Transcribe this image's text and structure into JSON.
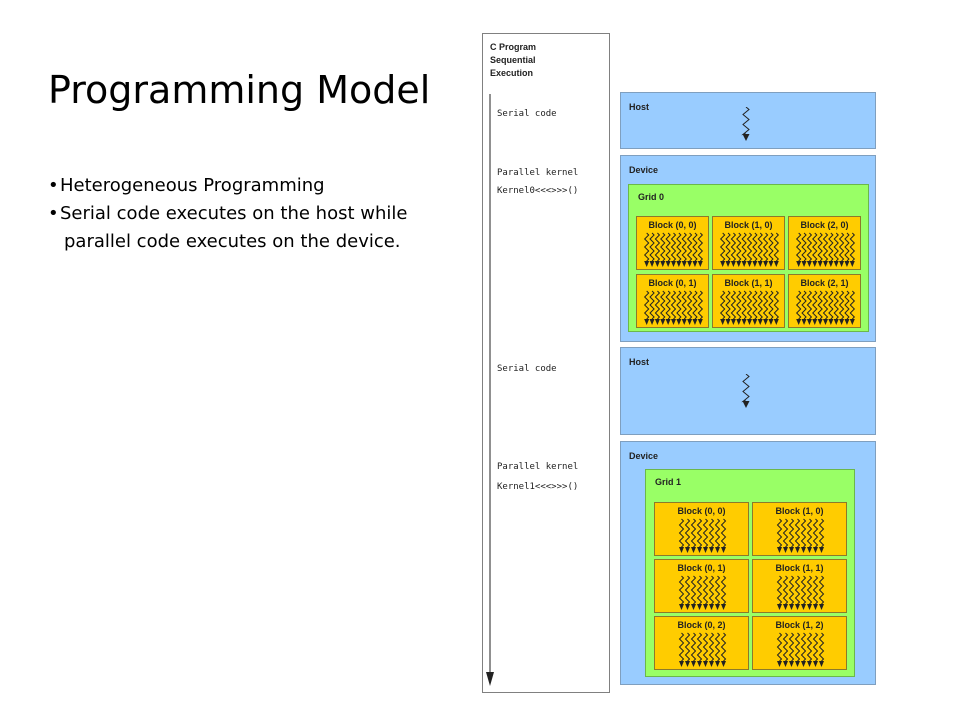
{
  "slide": {
    "title": "Programming Model",
    "bullets": [
      {
        "text": "Heterogeneous Programming"
      },
      {
        "text": "Serial code executes on the host while",
        "continuation": "parallel code executes on the device."
      }
    ]
  },
  "diagram": {
    "program_title": [
      "C Program",
      "Sequential",
      "Execution"
    ],
    "code_labels": {
      "serial_1": "Serial code",
      "parallel_1_a": "Parallel kernel",
      "parallel_1_b": "Kernel0<<<>>>()",
      "serial_2": "Serial code",
      "parallel_2_a": "Parallel kernel",
      "parallel_2_b": "Kernel1<<<>>>()"
    },
    "host_label": "Host",
    "device_label": "Device",
    "grid0": {
      "label": "Grid 0",
      "blocks": [
        "Block (0, 0)",
        "Block (1, 0)",
        "Block (2, 0)",
        "Block (0, 1)",
        "Block (1, 1)",
        "Block (2, 1)"
      ]
    },
    "grid1": {
      "label": "Grid 1",
      "blocks": [
        "Block (0, 0)",
        "Block (1, 0)",
        "Block (0, 1)",
        "Block (1, 1)",
        "Block (0, 2)",
        "Block (1, 2)"
      ]
    },
    "colors": {
      "host": "#99ccff",
      "device": "#99ccff",
      "grid": "#99ff66",
      "block": "#ffcc00"
    }
  }
}
